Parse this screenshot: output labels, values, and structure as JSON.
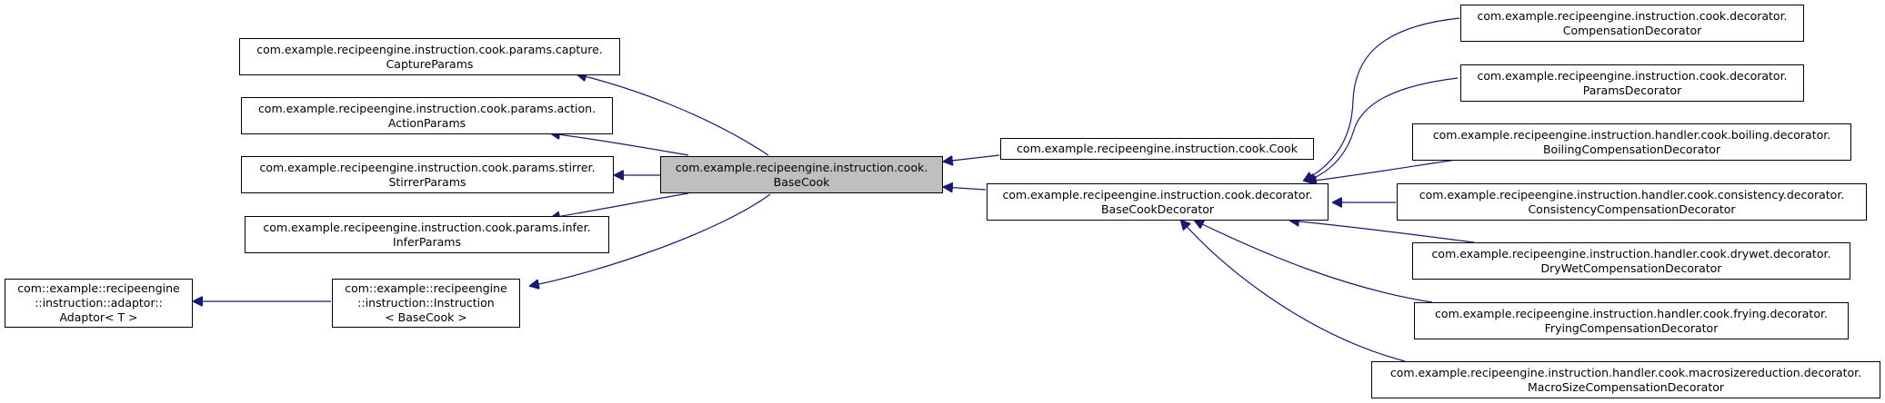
{
  "colors": {
    "edge": "#191970",
    "current_node_fill": "#bfbfbf",
    "node_border": "#000000"
  },
  "nodes": {
    "capture_params": {
      "line1": "com.example.recipeengine.instruction.cook.params.capture.",
      "line2": "CaptureParams"
    },
    "action_params": {
      "line1": "com.example.recipeengine.instruction.cook.params.action.",
      "line2": "ActionParams"
    },
    "stirrer_params": {
      "line1": "com.example.recipeengine.instruction.cook.params.stirrer.",
      "line2": "StirrerParams"
    },
    "infer_params": {
      "line1": "com.example.recipeengine.instruction.cook.params.infer.",
      "line2": "InferParams"
    },
    "adaptor": {
      "line1": "com::example::recipeengine",
      "line2": "::instruction::adaptor::",
      "line3": "Adaptor< T >"
    },
    "instruction": {
      "line1": "com::example::recipeengine",
      "line2": "::instruction::Instruction",
      "line3": "< BaseCook >"
    },
    "base_cook": {
      "line1": "com.example.recipeengine.instruction.cook.",
      "line2": "BaseCook"
    },
    "cook": {
      "line1": "com.example.recipeengine.instruction.cook.Cook"
    },
    "base_cook_decorator": {
      "line1": "com.example.recipeengine.instruction.cook.decorator.",
      "line2": "BaseCookDecorator"
    },
    "compensation_decorator": {
      "line1": "com.example.recipeengine.instruction.cook.decorator.",
      "line2": "CompensationDecorator"
    },
    "params_decorator": {
      "line1": "com.example.recipeengine.instruction.cook.decorator.",
      "line2": "ParamsDecorator"
    },
    "boiling_decorator": {
      "line1": "com.example.recipeengine.instruction.handler.cook.boiling.decorator.",
      "line2": "BoilingCompensationDecorator"
    },
    "consistency_decorator": {
      "line1": "com.example.recipeengine.instruction.handler.cook.consistency.decorator.",
      "line2": "ConsistencyCompensationDecorator"
    },
    "drywet_decorator": {
      "line1": "com.example.recipeengine.instruction.handler.cook.drywet.decorator.",
      "line2": "DryWetCompensationDecorator"
    },
    "frying_decorator": {
      "line1": "com.example.recipeengine.instruction.handler.cook.frying.decorator.",
      "line2": "FryingCompensationDecorator"
    },
    "macrosize_decorator": {
      "line1": "com.example.recipeengine.instruction.handler.cook.macrosizereduction.decorator.",
      "line2": "MacroSizeCompensationDecorator"
    }
  }
}
